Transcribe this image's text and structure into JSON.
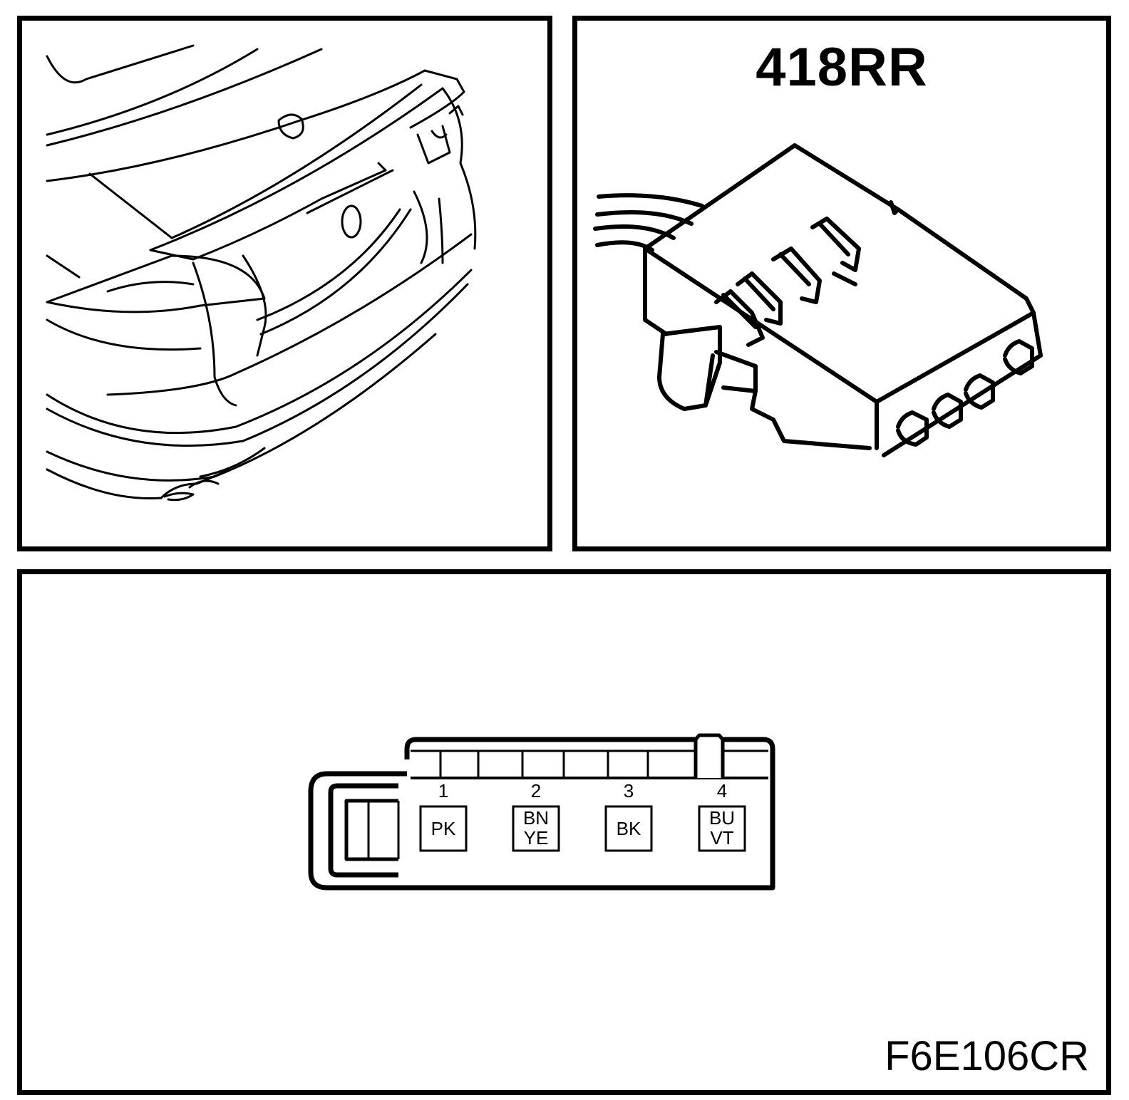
{
  "connector": {
    "id": "418RR",
    "reference": "F6E106CR"
  },
  "pins": [
    {
      "number": "1",
      "colors": [
        "PK"
      ]
    },
    {
      "number": "2",
      "colors": [
        "BN",
        "YE"
      ]
    },
    {
      "number": "3",
      "colors": [
        "BK"
      ]
    },
    {
      "number": "4",
      "colors": [
        "BU",
        "VT"
      ]
    }
  ]
}
